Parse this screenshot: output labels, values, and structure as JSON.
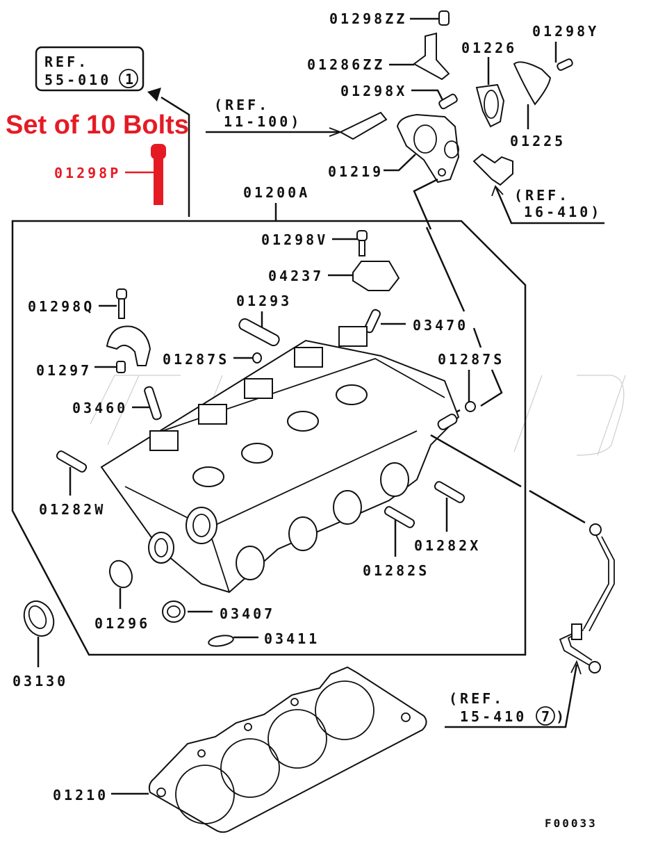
{
  "diagram": {
    "figure_code": "F00033",
    "highlight": {
      "title": "Set of 10 Bolts",
      "part_number": "01298P",
      "color": "#e51b24"
    },
    "references": [
      {
        "id": "ref-55-010",
        "line1": "REF.",
        "line2": "55-010",
        "circled": "1"
      },
      {
        "id": "ref-11-100",
        "line1": "(REF.",
        "line2": "11-100)"
      },
      {
        "id": "ref-16-410",
        "line1": "(REF.",
        "line2": "16-410)"
      },
      {
        "id": "ref-15-410",
        "line1": "(REF.",
        "line2": "15-410",
        "circled": "7",
        "close": ")"
      }
    ],
    "parts": {
      "p01298ZZ": "01298ZZ",
      "p01286ZZ": "01286ZZ",
      "p01298X": "01298X",
      "p01219": "01219",
      "p01226": "01226",
      "p01298Y": "01298Y",
      "p01225": "01225",
      "p01200A": "01200A",
      "p01298V": "01298V",
      "p04237": "04237",
      "p01298Q": "01298Q",
      "p01293": "01293",
      "p03470": "03470",
      "p01297": "01297",
      "p01287S_left": "01287S",
      "p01287S_right": "01287S",
      "p03460": "03460",
      "p01282W": "01282W",
      "p01282X": "01282X",
      "p01282S": "01282S",
      "p01296": "01296",
      "p03407": "03407",
      "p03411": "03411",
      "p03130": "03130",
      "p01210": "01210"
    }
  }
}
